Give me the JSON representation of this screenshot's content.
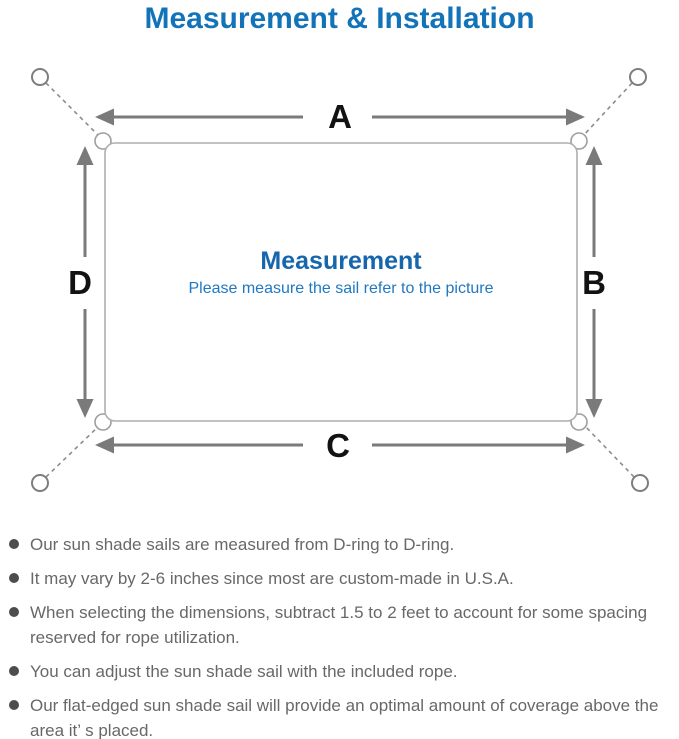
{
  "title": "Measurement & Installation",
  "diagram": {
    "labels": {
      "top": "A",
      "right": "B",
      "bottom": "C",
      "left": "D"
    },
    "center_heading": "Measurement",
    "center_subtitle": "Please measure the sail refer to the picture",
    "colors": {
      "title_blue": "#1273b9",
      "center_heading_blue": "#1566ad",
      "center_subtitle_blue": "#1f78c2",
      "arrow_gray": "#7a7a7a",
      "sail_outline_gray": "#aeaeae",
      "label_black": "#121212",
      "bullet_text_gray": "#686868"
    }
  },
  "bullets": {
    "items": [
      "Our sun shade sails are measured from D-ring to D-ring.",
      "It may vary by 2-6 inches since most are custom-made in U.S.A.",
      "When selecting the dimensions, subtract 1.5 to 2 feet to account for some spacing reserved for rope utilization.",
      "You can adjust the sun shade sail with the included rope.",
      "Our flat-edged sun shade sail will provide an optimal amount of coverage above the area it’ s placed."
    ]
  }
}
